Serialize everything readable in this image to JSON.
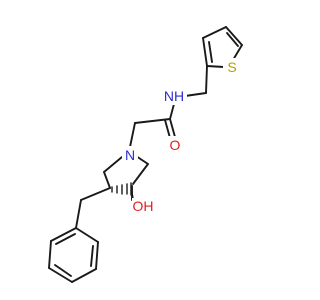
{
  "molecule": {
    "atoms": {
      "thiophene_s": {
        "label": "S",
        "color": "#b8a000"
      },
      "amide_n": {
        "label": "NH",
        "color": "#2d2dcc"
      },
      "carbonyl_o": {
        "label": "O",
        "color": "#e02020"
      },
      "pyrrolidine_n": {
        "label": "N",
        "color": "#2d2dcc"
      },
      "hydroxyl": {
        "label": "OH",
        "color": "#e02020"
      }
    },
    "bond_color": "#1a1a1a"
  }
}
